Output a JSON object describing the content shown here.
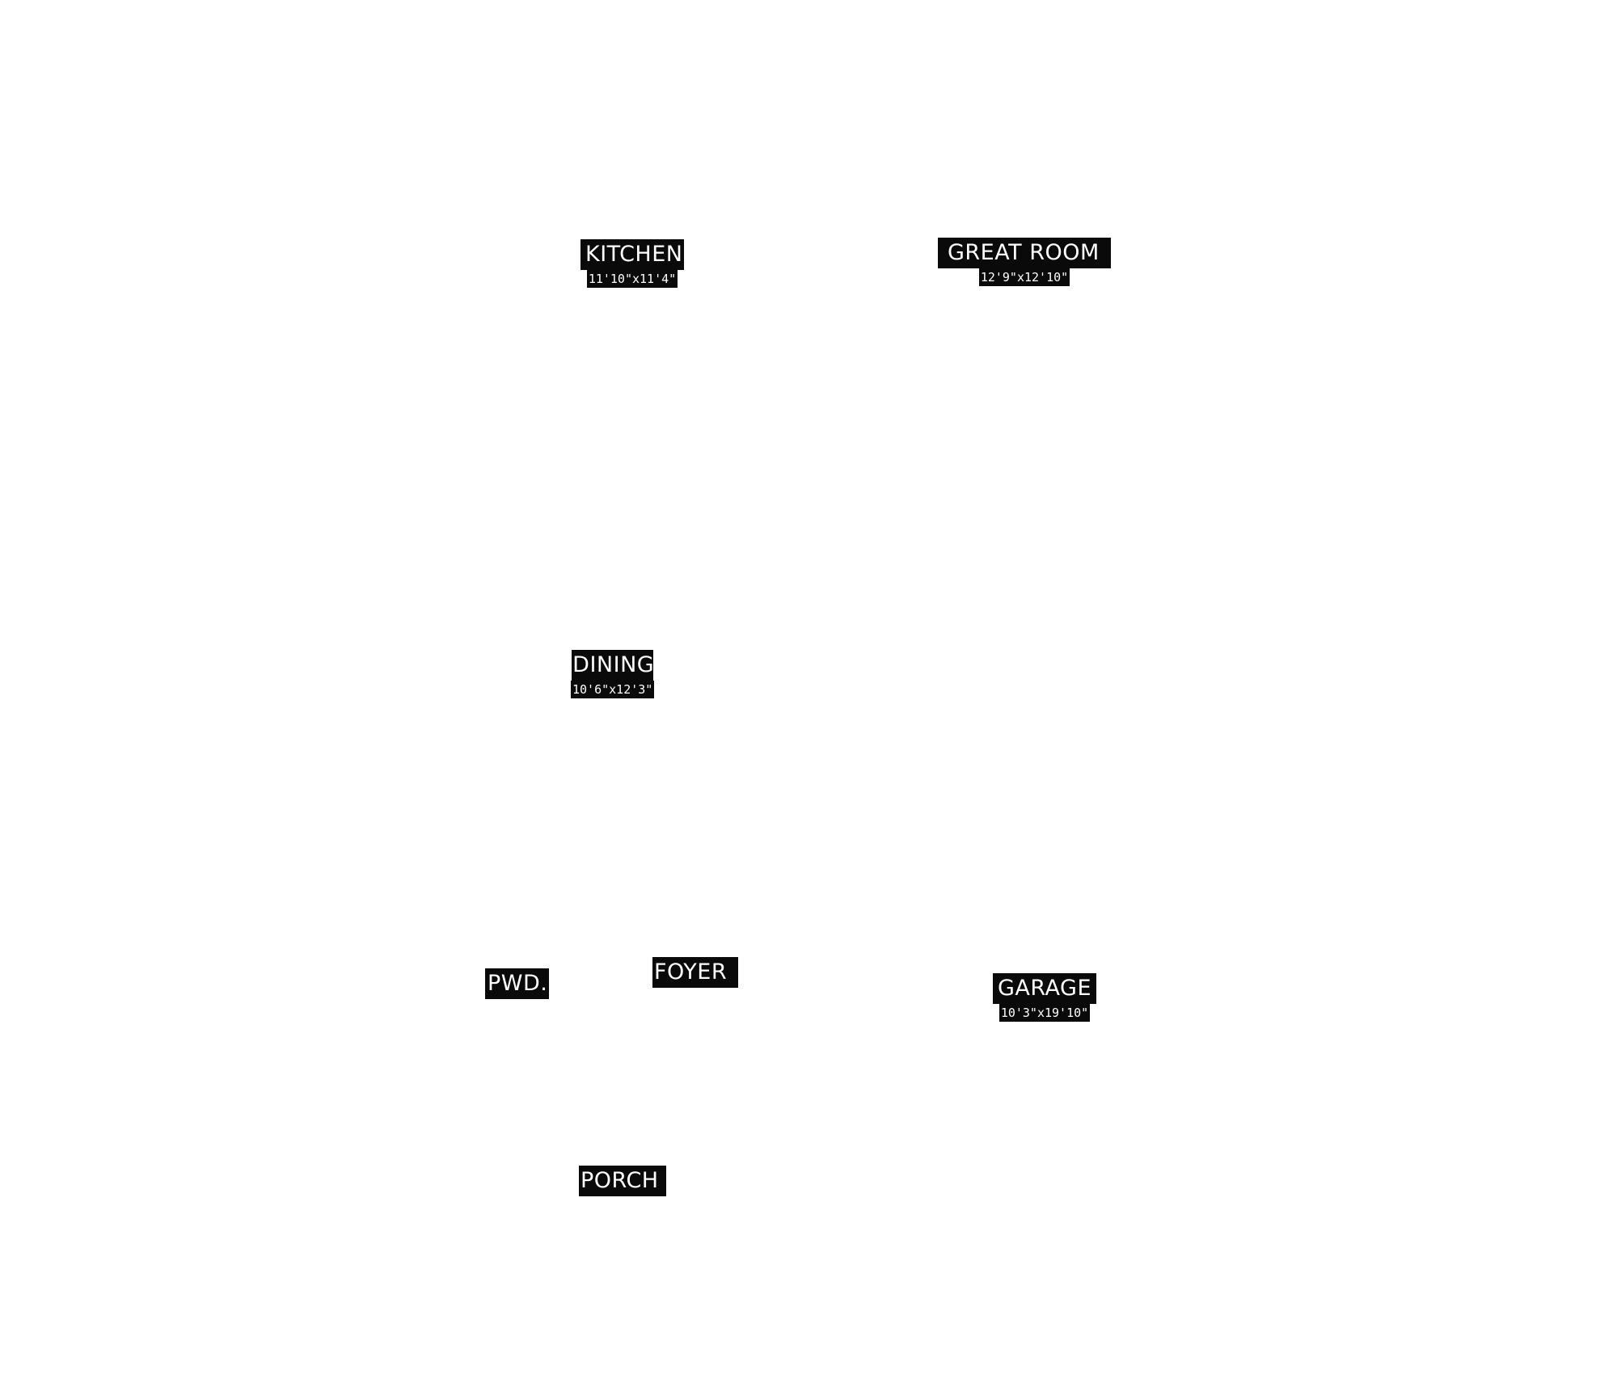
{
  "rooms": {
    "kitchen": {
      "name": "KITCHEN",
      "dimensions": "11'10\"x11'4\""
    },
    "great_room": {
      "name": "GREAT ROOM",
      "dimensions": "12'9\"x12'10\""
    },
    "dining": {
      "name": "DINING",
      "dimensions": "10'6\"x12'3\""
    },
    "powder": {
      "name": "PWD."
    },
    "foyer": {
      "name": "FOYER"
    },
    "garage": {
      "name": "GARAGE",
      "dimensions": "10'3\"x19'10\""
    },
    "porch": {
      "name": "PORCH"
    }
  },
  "colors": {
    "background": "#ffffff",
    "label_background": "#0a0a0a",
    "label_text": "#ffffff"
  }
}
